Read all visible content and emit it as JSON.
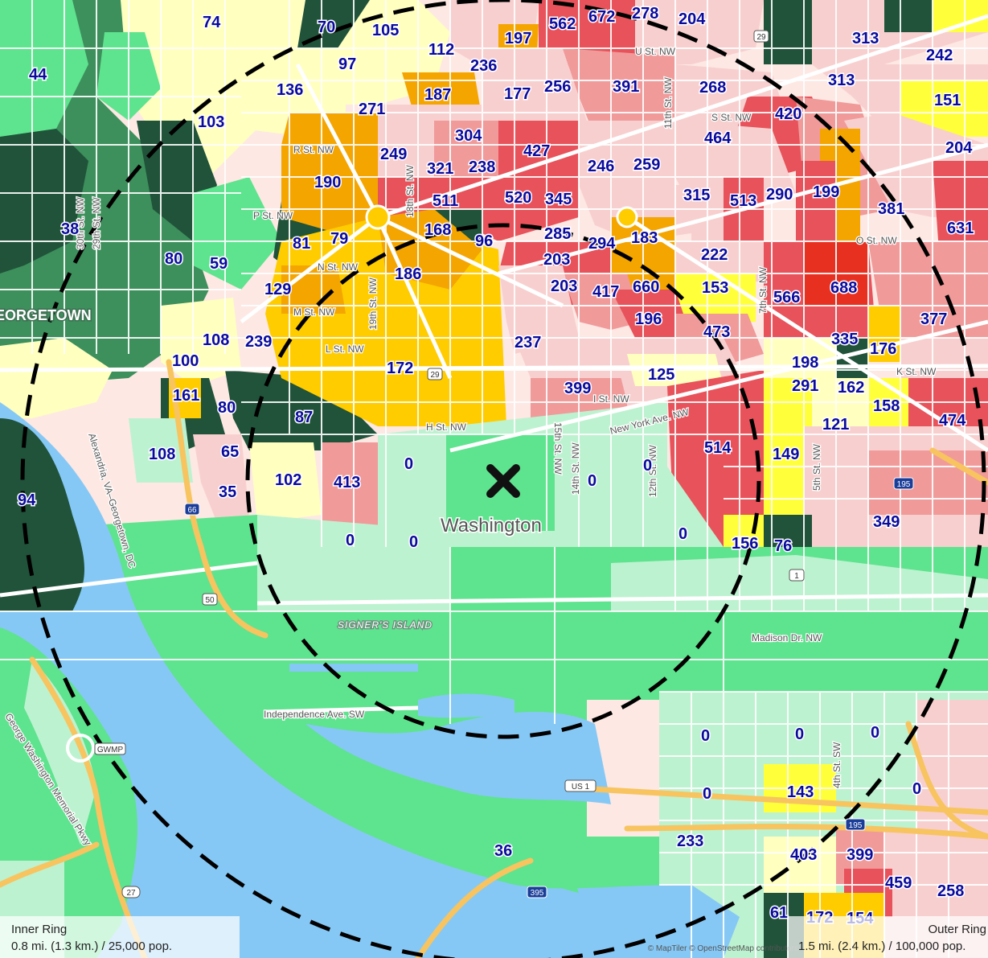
{
  "map": {
    "city_label": "Washington",
    "place_labels": [
      "SIGNER'S ISLAND",
      "GEORGETOWN"
    ],
    "center_marker": "x-mark-icon",
    "colors": {
      "water": "#86c8f5",
      "park": "#5ee38e",
      "dark_green": "#20533a",
      "mid_green": "#3d8f5c",
      "light_green": "#bdf2d0",
      "light_yellow": "#ffffc0",
      "yellow": "#ffff3a",
      "gold": "#ffcc00",
      "orange": "#f4a500",
      "pink": "#f8cfcf",
      "salmon": "#f09a9a",
      "red": "#e8525a",
      "bright_red": "#e83020",
      "label": "#0a0a9e"
    },
    "street_labels": [
      "U St. NW",
      "S St. NW",
      "R St. NW",
      "P St. NW",
      "O St. NW",
      "N St. NW",
      "M St. NW",
      "L St. NW",
      "K St. NW",
      "I St. NW",
      "H St. NW",
      "New York Ave. NW",
      "Madison Dr. NW",
      "Independence Ave. SW",
      "15th St. NW",
      "14th St. NW",
      "12th St. NW",
      "11th St. NW",
      "19th St. NW",
      "18th St. NW",
      "7th St. NW",
      "5th St. NW",
      "4th St. SW",
      "29th St. NW",
      "30th St. NW",
      "Alexandria, VA–Georgetown, DC",
      "George Washington Memorial Pkwy"
    ],
    "road_shields": [
      "29",
      "29",
      "66",
      "50",
      "1",
      "US 1",
      "GWMP",
      "27",
      "395",
      "195",
      "195"
    ],
    "tract_values": [
      "74",
      "70",
      "105",
      "562",
      "672",
      "278",
      "204",
      "313",
      "242",
      "44",
      "97",
      "197",
      "112",
      "236",
      "391",
      "268",
      "313",
      "151",
      "136",
      "271",
      "187",
      "177",
      "256",
      "420",
      "204",
      "103",
      "304",
      "464",
      "249",
      "427",
      "321",
      "238",
      "246",
      "259",
      "190",
      "511",
      "520",
      "345",
      "315",
      "513",
      "290",
      "199",
      "381",
      "631",
      "38",
      "168",
      "96",
      "285",
      "294",
      "183",
      "81",
      "79",
      "203",
      "222",
      "80",
      "59",
      "186",
      "203",
      "417",
      "660",
      "153",
      "566",
      "688",
      "129",
      "196",
      "473",
      "377",
      "108",
      "239",
      "237",
      "335",
      "176",
      "100",
      "172",
      "125",
      "198",
      "291",
      "162",
      "161",
      "80",
      "399",
      "158",
      "87",
      "474",
      "121",
      "108",
      "65",
      "0",
      "0",
      "514",
      "149",
      "102",
      "413",
      "0",
      "35",
      "94",
      "0",
      "0",
      "349",
      "0",
      "156",
      "76",
      "0",
      "0",
      "0",
      "0",
      "143",
      "0",
      "233",
      "36",
      "403",
      "399",
      "459",
      "258",
      "61",
      "172",
      "154"
    ]
  },
  "inner_ring": {
    "title": "Inner Ring",
    "detail": "0.8 mi. (1.3 km.) / 25,000 pop."
  },
  "outer_ring": {
    "title": "Outer Ring",
    "detail": "1.5 mi. (2.4 km.) / 100,000 pop."
  },
  "attribution": "© MapTiler © OpenStreetMap contributors"
}
